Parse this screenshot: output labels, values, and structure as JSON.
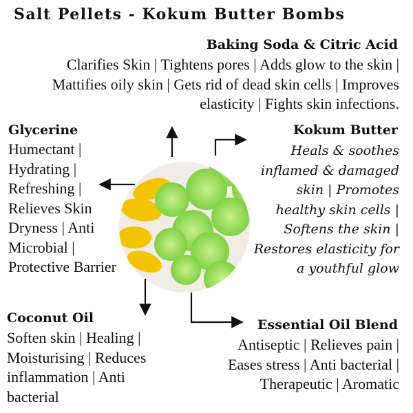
{
  "title": "Salt Pellets - Kokum Butter Bombs",
  "sections": {
    "baking_soda": {
      "heading": "Baking Soda & Citric Acid",
      "text": "Clarifies Skin | Tightens pores | Adds glow to the skin | Mattifies oily skin | Gets rid of dead skin cells | Improves elasticity | Fights skin infections."
    },
    "glycerine": {
      "heading": "Glycerine",
      "text": "Humectant | Hydrating | Refreshing | Relieves Skin Dryness | Anti Microbial | Protective Barrier"
    },
    "kokum": {
      "heading": "Kokum Butter",
      "text": "Heals & soothes inflamed & damaged skin | Promotes healthy skin cells | Softens the skin | Restores elasticity for a youthful glow"
    },
    "coconut": {
      "heading": "Coconut Oil",
      "text": "Soften skin | Healing | Moisturising | Reduces inflammation | Anti bacterial"
    },
    "essential": {
      "heading": "Essential Oil Blend",
      "text": "Antiseptic | Relieves pain | Eases stress | Anti bacterial | Therapeutic | Aromatic"
    }
  },
  "colors": {
    "ball": "#9be05a",
    "flower": "#f5c400",
    "background_circle": "#f2ece6"
  }
}
